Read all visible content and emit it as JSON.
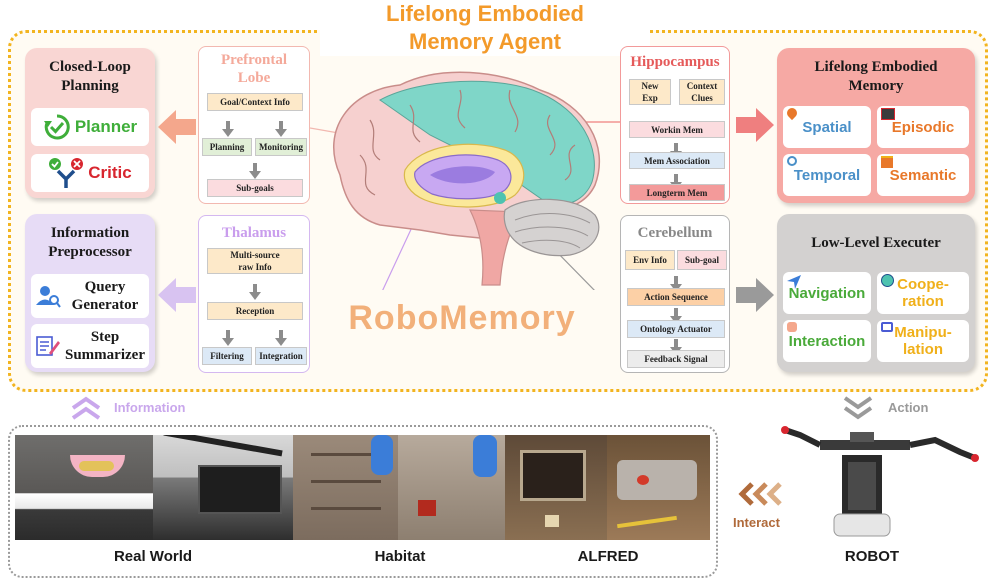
{
  "title": {
    "line1": "Lifelong Embodied",
    "line2": "Memory Agent"
  },
  "logo_text": "RoboMemory",
  "closed_loop": {
    "title_line1": "Closed-Loop",
    "title_line2": "Planning",
    "planner": "Planner",
    "critic": "Critic",
    "planner_icon": "refresh-check-icon",
    "critic_icon": "fork-check-cross-icon"
  },
  "info_pre": {
    "title_line1": "Information",
    "title_line2": "Preprocessor",
    "query_line1": "Query",
    "query_line2": "Generator",
    "step_line1": "Step",
    "step_line2": "Summarizer",
    "query_icon": "user-search-icon",
    "step_icon": "notepad-pen-icon"
  },
  "prefrontal": {
    "title_line1": "Prefrontal",
    "title_line2": "Lobe",
    "goal": "Goal/Context Info",
    "planning": "Planning",
    "monitoring": "Monitoring",
    "subgoals": "Sub-goals"
  },
  "thalamus": {
    "title": "Thalamus",
    "multi_line1": "Multi-source",
    "multi_line2": "raw Info",
    "reception": "Reception",
    "filtering": "Filtering",
    "integration": "Integration"
  },
  "hippocampus": {
    "title": "Hippocampus",
    "new_exp_line1": "New",
    "new_exp_line2": "Exp",
    "context_line1": "Context",
    "context_line2": "Clues",
    "working": "Workin Mem",
    "association": "Mem Association",
    "longterm": "Longterm Mem"
  },
  "cerebellum": {
    "title": "Cerebellum",
    "env": "Env Info",
    "subgoal": "Sub-goal",
    "action_seq": "Action Sequence",
    "ontology": "Ontology Actuator",
    "feedback": "Feedback Signal"
  },
  "lifelong_memory": {
    "title_line1": "Lifelong Embodied",
    "title_line2": "Memory",
    "spatial": "Spatial",
    "episodic": "Episodic",
    "temporal": "Temporal",
    "semantic": "Semantic"
  },
  "executer": {
    "title": "Low-Level Executer",
    "navigation": "Navigation",
    "coop_line1": "Coope-",
    "coop_line2": "ration",
    "interaction": "Interaction",
    "manip_line1": "Manipu-",
    "manip_line2": "lation"
  },
  "bottom": {
    "information": "Information",
    "action": "Action",
    "interact": "Interact",
    "real_world": "Real World",
    "habitat": "Habitat",
    "alfred": "ALFRED",
    "robot": "ROBOT"
  },
  "colors": {
    "orange": "#f39a2a",
    "planner_green": "#3fae3a",
    "critic_red": "#d8262f",
    "blue_text": "#4a90c8",
    "orange_text": "#e8782a",
    "gold_text": "#f0b01a",
    "green_text": "#4aaa3a",
    "purple_arrow": "#c9a7ec",
    "salmon_arrow": "#f4a78c",
    "red_arrow": "#ef7f7f",
    "gray_arrow": "#9a9a9a"
  }
}
